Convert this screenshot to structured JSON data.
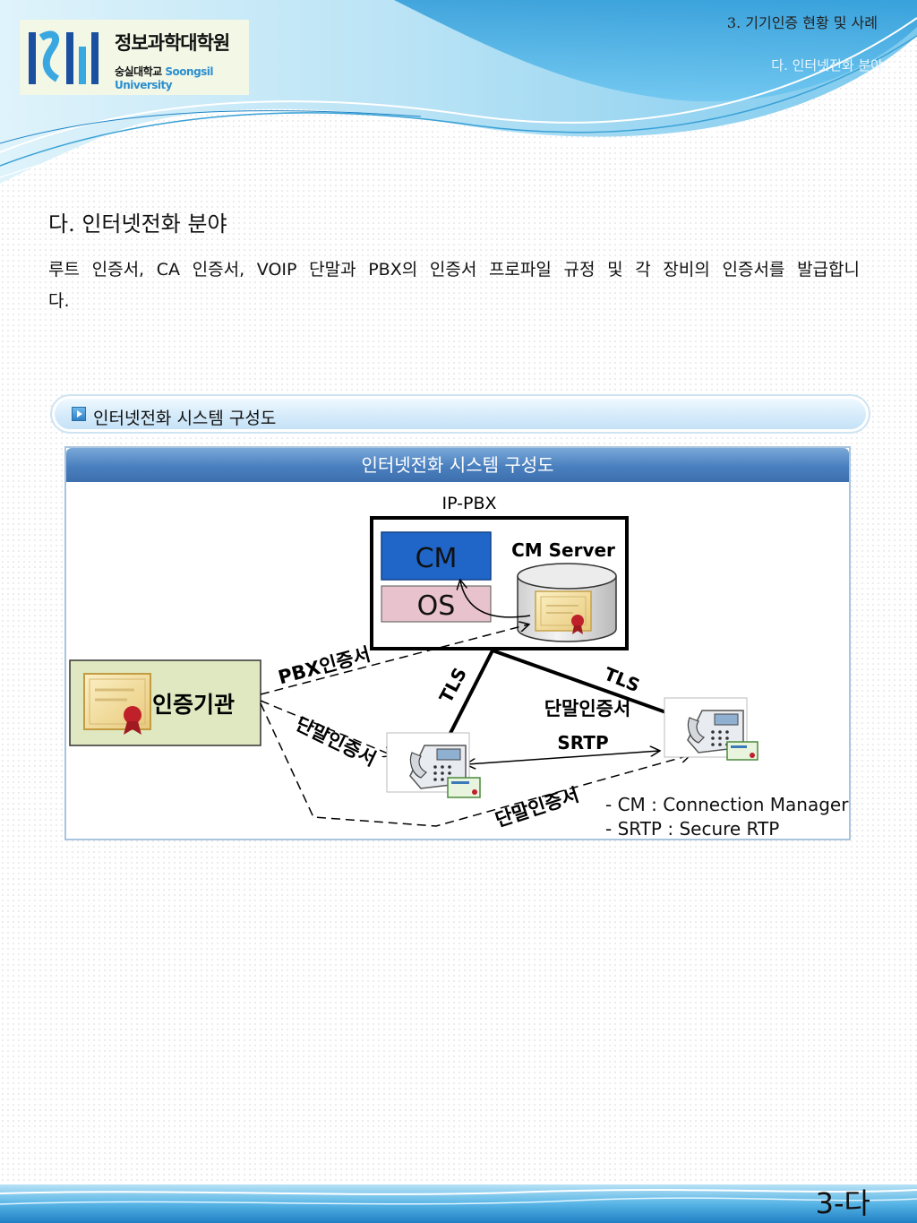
{
  "logo": {
    "title": "정보과학대학원",
    "subtitle_ko": "숭실대학교",
    "subtitle_en": "Soongsil University"
  },
  "header": {
    "section": "3. 기기인증 현황 및 사례",
    "subsection": "다. 인터넷전화 분야"
  },
  "content": {
    "heading": "다. 인터넷전화 분야",
    "paragraph": "루트 인증서, CA 인증서, VOIP 단말과 PBX의 인증서 프로파일 규정 및 각 장비의 인증서를 발급합니다.",
    "section_bar": "인터넷전화 시스템 구성도"
  },
  "diagram": {
    "panel_title": "인터넷전화 시스템 구성도",
    "ip_pbx": "IP-PBX",
    "cm": "CM",
    "os": "OS",
    "cm_server": "CM Server",
    "authority": "인증기관",
    "pbx_cert": "PBX인증서",
    "terminal_cert": "단말인증서",
    "tls": "TLS",
    "srtp": "SRTP",
    "notes": [
      "- CM : Connection Manager",
      "- SRTP : Secure RTP"
    ]
  },
  "footer": {
    "page": "3-다"
  },
  "colors": {
    "panel_header": "#4a7fbf",
    "cm_block": "#1f66c8",
    "os_block": "#e8c2cc",
    "authority_box": "#dfe8c0"
  }
}
